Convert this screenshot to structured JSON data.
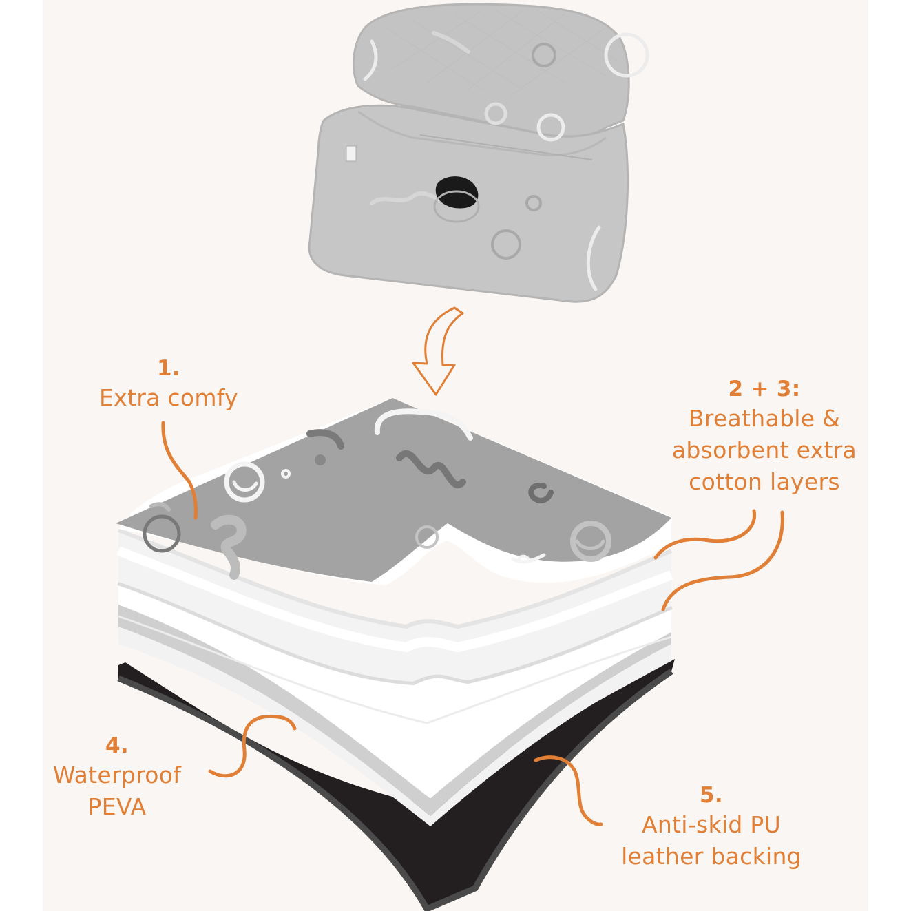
{
  "colors": {
    "background_outer": "#ffffff",
    "background_panel": "#faf6f3",
    "accent_orange": "#e07f35",
    "layer_top_gray": "#a3a3a3",
    "layer_pattern_dark": "#7c7c7c",
    "layer_white": "#ffffff",
    "layer_light_gray": "#e8e8e8",
    "layer_peva_gray": "#cfcfcf",
    "layer_black": "#231f20",
    "product_gray": "#c4c4c4"
  },
  "product": {
    "name": "booster-seat-protector",
    "description": "Gray quilted seat protector with headrest panel and center hole"
  },
  "arrow": {
    "icon": "curved-down-arrow-icon"
  },
  "labels": [
    {
      "id": "layer-1",
      "number": "1.",
      "lines": [
        "Extra comfy"
      ]
    },
    {
      "id": "layer-2-3",
      "number": "2 + 3:",
      "lines": [
        "Breathable &",
        "absorbent extra",
        "cotton layers"
      ]
    },
    {
      "id": "layer-4",
      "number": "4.",
      "lines": [
        "Waterproof",
        "PEVA"
      ]
    },
    {
      "id": "layer-5",
      "number": "5.",
      "lines": [
        "Anti-skid PU",
        "leather backing"
      ]
    }
  ],
  "layers": [
    {
      "order": 1,
      "name": "Extra comfy top",
      "color": "#a3a3a3"
    },
    {
      "order": 2,
      "name": "Cotton layer",
      "color": "#ffffff"
    },
    {
      "order": 3,
      "name": "Cotton layer",
      "color": "#ffffff"
    },
    {
      "order": 4,
      "name": "Waterproof PEVA",
      "color": "#cfcfcf"
    },
    {
      "order": 5,
      "name": "Anti-skid PU leather backing",
      "color": "#231f20"
    }
  ]
}
